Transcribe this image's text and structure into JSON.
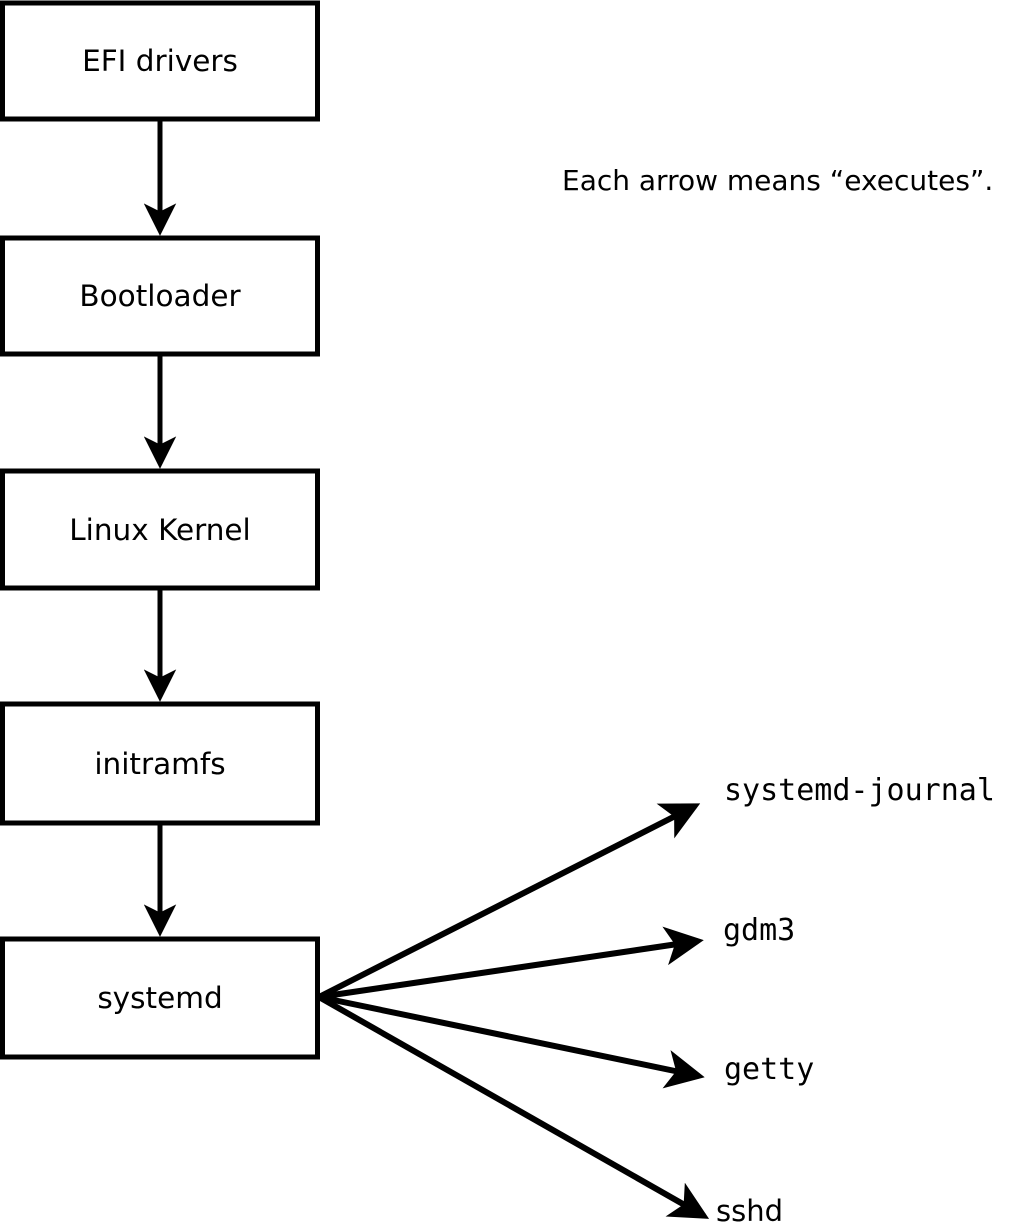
{
  "diagram": {
    "note": "Each arrow means “executes”.",
    "chain": [
      {
        "label": "EFI drivers"
      },
      {
        "label": "Bootloader"
      },
      {
        "label": "Linux Kernel"
      },
      {
        "label": "initramfs"
      },
      {
        "label": "systemd"
      }
    ],
    "targets": [
      {
        "label": "systemd-journal"
      },
      {
        "label": "gdm3"
      },
      {
        "label": "getty"
      },
      {
        "label": "sshd"
      }
    ],
    "colors": {
      "line": "#000000",
      "box_fill": "#ffffff",
      "text": "#000000",
      "background": "#ffffff"
    }
  }
}
